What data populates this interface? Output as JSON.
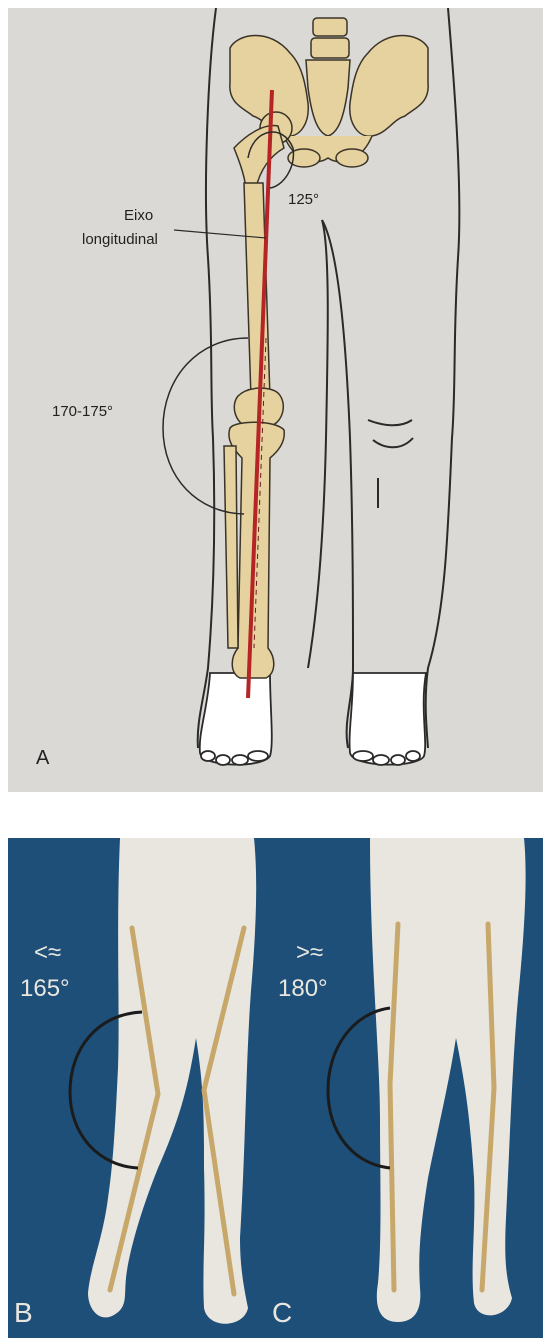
{
  "panelA": {
    "letter": "A",
    "labels": {
      "neck_angle": "125°",
      "axis_line1": "Eixo",
      "axis_line2": "longitudinal",
      "knee_angle": "170-175°"
    },
    "colors": {
      "background": "#dbd9d5",
      "bone": "#e6d29e",
      "axis": "#b52525",
      "outline": "#2a2a2a"
    }
  },
  "panelB": {
    "letter": "B",
    "symbol": "<≈",
    "angle": "165°",
    "colors": {
      "background": "#1d4f78",
      "body": "#e9e6df",
      "axis": "#c7a86a"
    }
  },
  "panelC": {
    "letter": "C",
    "symbol": ">≈",
    "angle": "180°"
  }
}
